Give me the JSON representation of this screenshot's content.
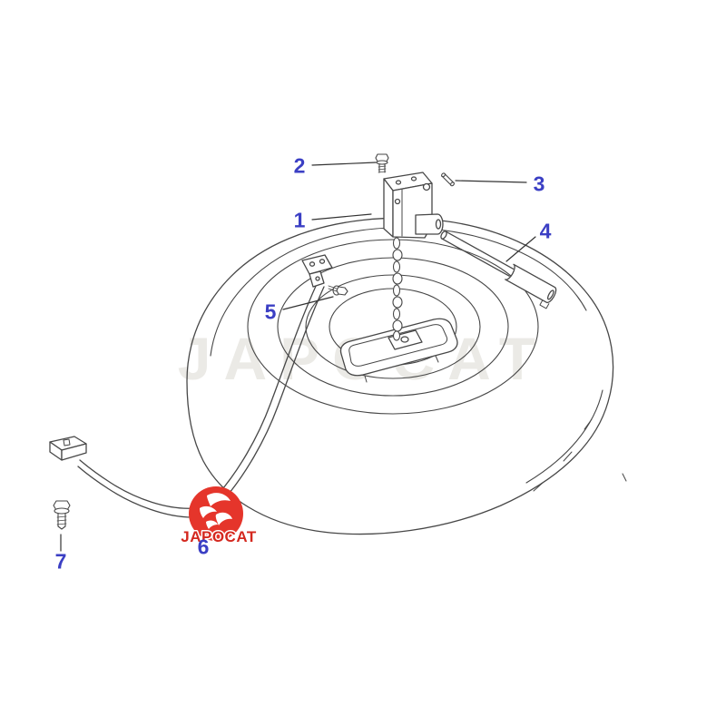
{
  "diagram": {
    "watermark_text": "JAPOCAT",
    "callouts": [
      {
        "label": "1"
      },
      {
        "label": "2"
      },
      {
        "label": "3"
      },
      {
        "label": "4"
      },
      {
        "label": "5"
      },
      {
        "label": "6"
      },
      {
        "label": "7"
      }
    ],
    "colors": {
      "callout_blue": "#3b3fc4",
      "line_gray": "#474747",
      "logo_red": "#e5352b",
      "logo_text_red": "#d4281f",
      "watermark_gray": "#ebeae6"
    }
  },
  "logo": {
    "text": "JAPOCAT"
  }
}
